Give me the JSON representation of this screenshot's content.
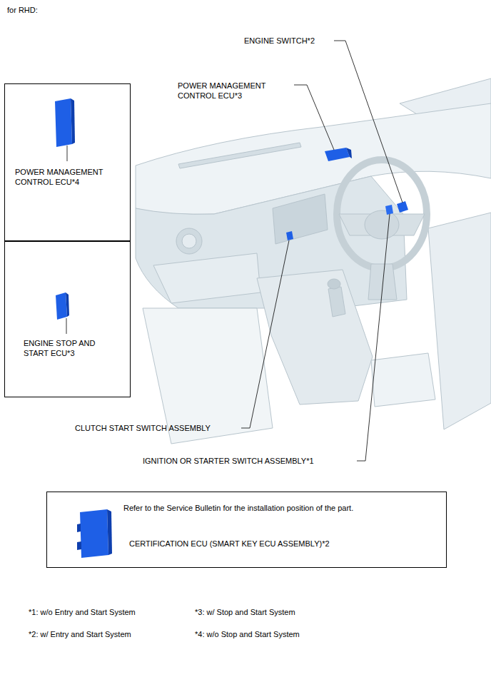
{
  "diagram": {
    "title": "for RHD:",
    "nodes": [
      {
        "text": [
          "POWER MANAGEMENT CONTROL ECU*4"
        ]
      },
      {
        "text": [
          "ENGINE STOP AND START ECU*3"
        ]
      },
      {
        "text": [
          "Refer to the Service Bulletin for the installation position of the part.",
          "CERTIFICATION ECU (SMART KEY ECU ASSEMBLY)*2"
        ]
      }
    ],
    "labels": [
      "ENGINE SWITCH*2",
      "POWER MANAGEMENT CONTROL ECU*3",
      "CLUTCH START SWITCH ASSEMBLY",
      "IGNITION OR STARTER SWITCH ASSEMBLY*1",
      "*1: w/o Entry and Start System",
      "*3: w/ Stop and Start System",
      "*2: w/ Entry and Start System",
      "*4: w/o Stop and Start System"
    ]
  }
}
